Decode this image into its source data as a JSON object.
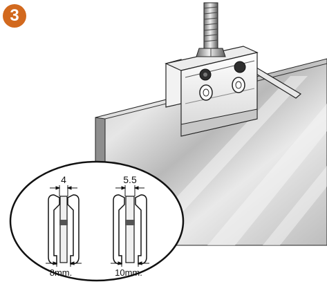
{
  "step": {
    "number": "3",
    "color": "#d2691e"
  },
  "detail": {
    "left": {
      "top_value": "4",
      "bottom_value": "8mm."
    },
    "right": {
      "top_value": "5.5",
      "bottom_value": "10mm."
    }
  }
}
